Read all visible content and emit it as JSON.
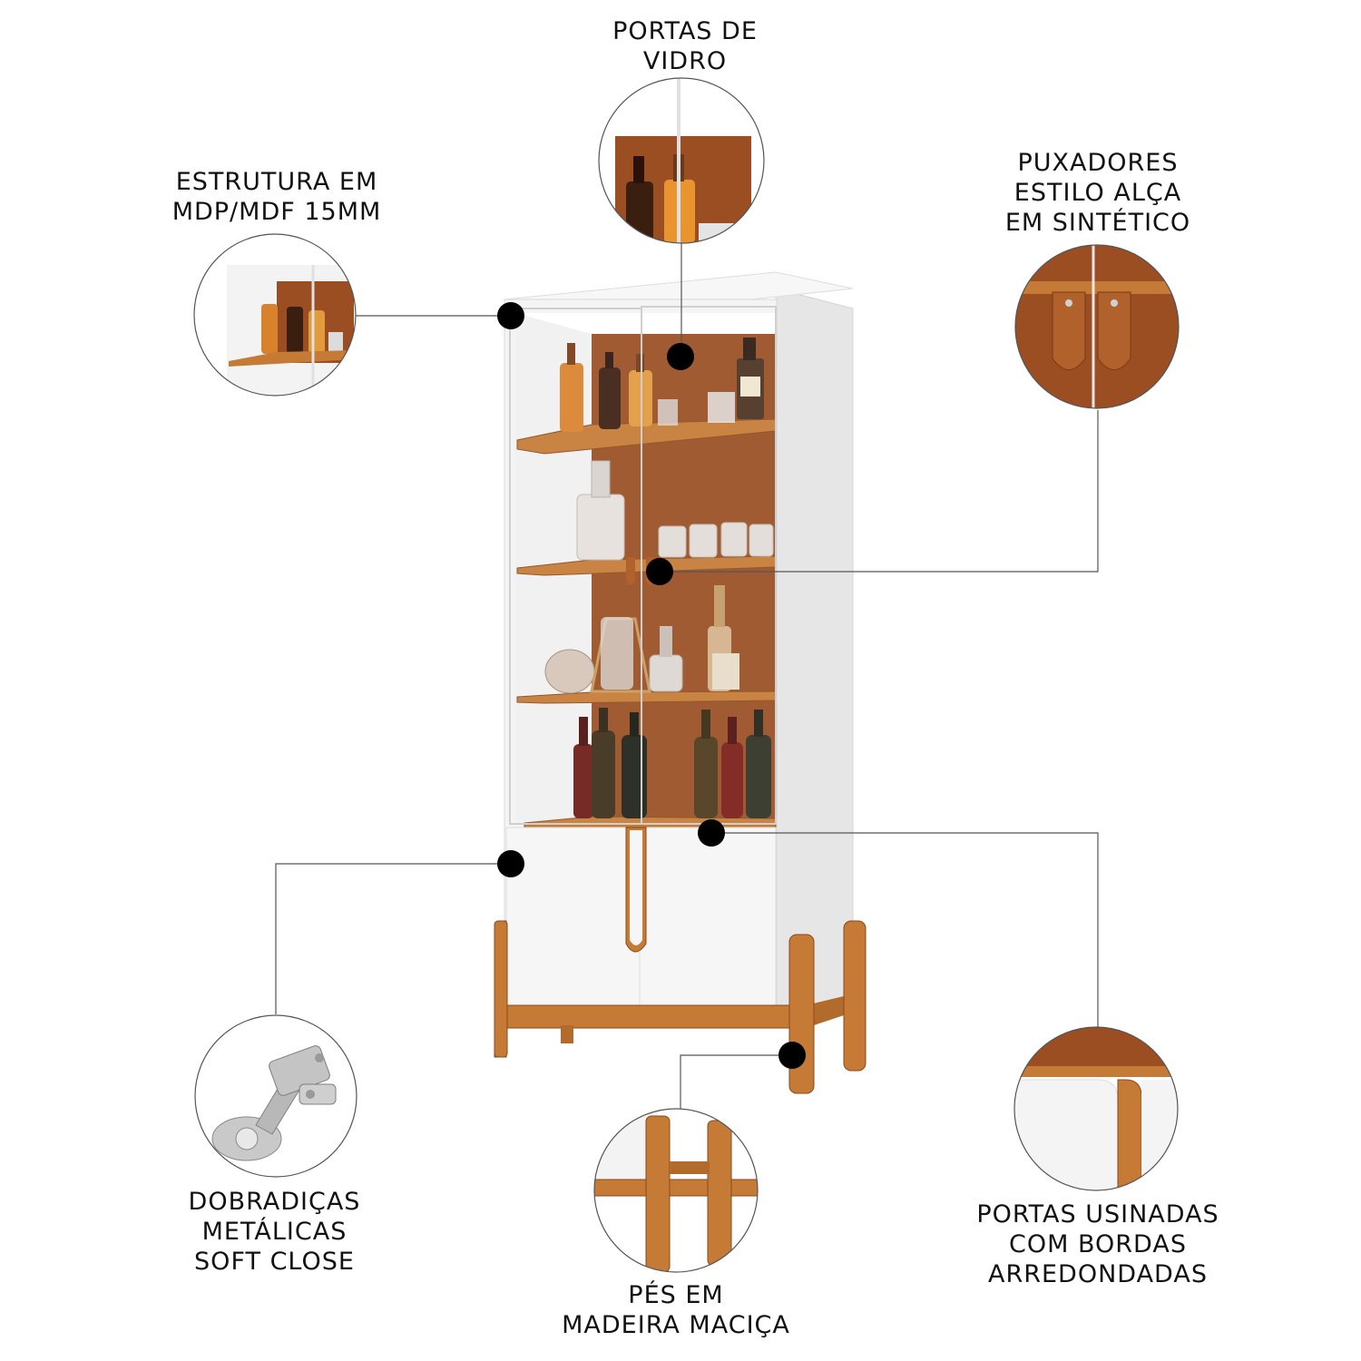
{
  "colors": {
    "cabinet_white": "#f4f4f4",
    "wood": "#c57a35",
    "wood_dark": "#8a4a1c",
    "back_panel": "#9a4e22",
    "leather": "#b1612c",
    "marker": "#000000",
    "line": "#555555"
  },
  "callouts": [
    {
      "id": "portas-de-vidro",
      "lines": [
        "PORTAS DE",
        "VIDRO"
      ],
      "icon": "glass-doors-detail"
    },
    {
      "id": "estrutura",
      "lines": [
        "ESTRUTURA EM",
        "MDP/MDF 15MM"
      ],
      "icon": "structure-detail"
    },
    {
      "id": "puxadores",
      "lines": [
        "PUXADORES",
        "ESTILO ALÇA",
        "EM SINTÉTICO"
      ],
      "icon": "leather-handle-detail"
    },
    {
      "id": "dobradicas",
      "lines": [
        "DOBRADIÇAS",
        "METÁLICAS",
        "SOFT CLOSE"
      ],
      "icon": "hinge-detail"
    },
    {
      "id": "pes",
      "lines": [
        "PÉS EM",
        "MADEIRA MACIÇA"
      ],
      "icon": "wood-legs-detail"
    },
    {
      "id": "portas-usinadas",
      "lines": [
        "PORTAS USINADAS",
        "COM BORDAS",
        "ARREDONDADAS"
      ],
      "icon": "rounded-edge-door-detail"
    }
  ]
}
